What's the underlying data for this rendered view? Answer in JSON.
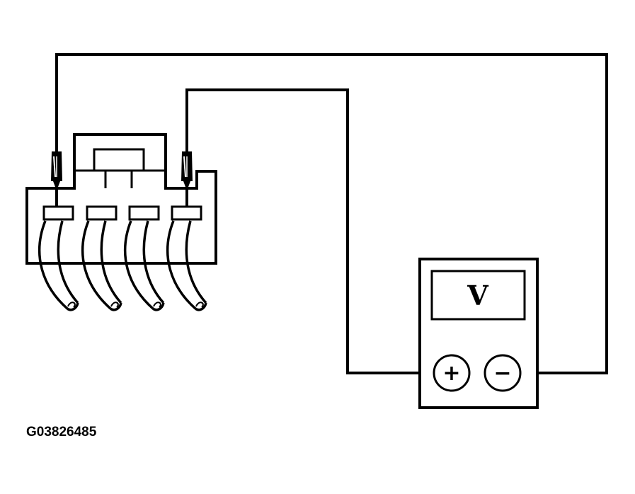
{
  "figure": {
    "id_label": "G03826485"
  },
  "meter": {
    "display_symbol": "V",
    "positive_symbol": "+",
    "negative_symbol": "−"
  },
  "connector": {
    "terminal_count": 4
  },
  "colors": {
    "ink": "#000000",
    "background": "#ffffff"
  }
}
